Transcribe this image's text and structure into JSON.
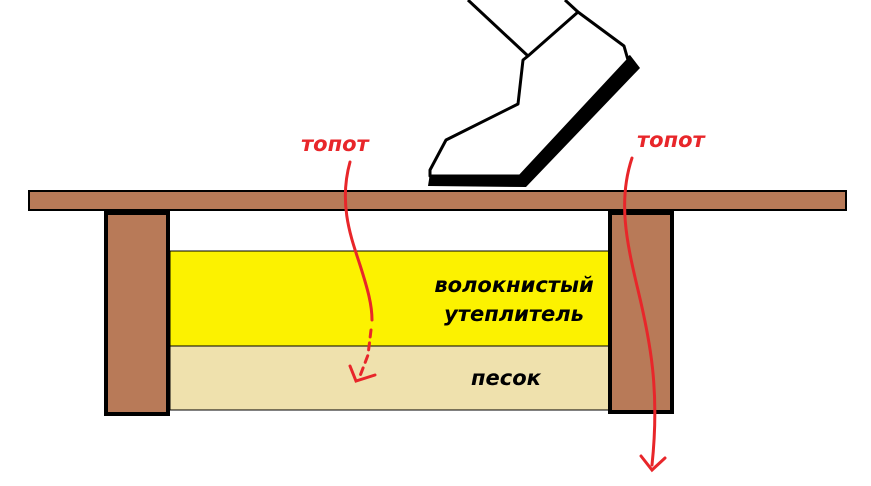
{
  "labels": {
    "stomp_left": "топот",
    "stomp_right": "топот",
    "insulation_line1": "волокнистый",
    "insulation_line2": "утеплитель",
    "sand": "песок"
  },
  "colors": {
    "wood": "#b87a58",
    "insulation": "#fcf200",
    "sand": "#efe1ad",
    "arrow": "#e8262a",
    "outline": "#000000"
  }
}
